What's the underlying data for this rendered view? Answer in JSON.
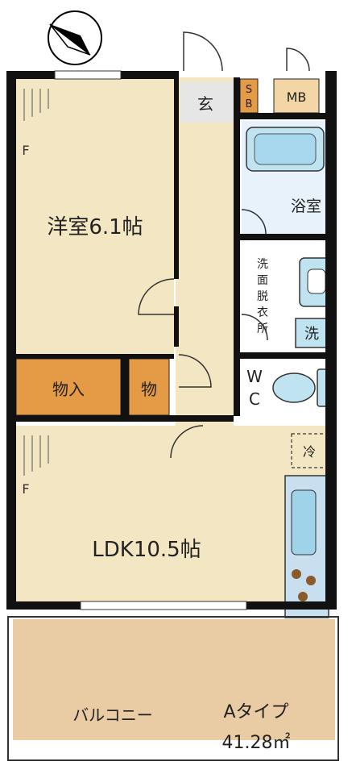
{
  "rooms": {
    "western": "洋室6.1帖",
    "ldk": "LDK10.5帖",
    "closet": "物入",
    "storage": "物",
    "entrance": "玄",
    "sb": [
      "S",
      "B"
    ],
    "mb": "MB",
    "bath": "浴室",
    "dressing": [
      "洗",
      "面",
      "脱",
      "衣",
      "所"
    ],
    "washer": "洗",
    "wc": [
      "W",
      "C"
    ],
    "fridge": "冷",
    "balcony": "バルコニー",
    "flooring_mark": "F"
  },
  "unit": {
    "type": "Aタイプ",
    "area": "41.28㎡"
  },
  "colors": {
    "floor": "#f3e6c2",
    "wall": "#111111",
    "closet": "#e59a45",
    "bath": "#bfe3f1",
    "tile": "#f8f8f8",
    "balcony": "#e9cba4",
    "counter": "#c7dfee"
  },
  "icons": [
    "compass-icon",
    "door-swing-icon",
    "bathtub-icon",
    "toilet-icon",
    "washbasin-icon",
    "stove-icon",
    "sink-icon"
  ]
}
